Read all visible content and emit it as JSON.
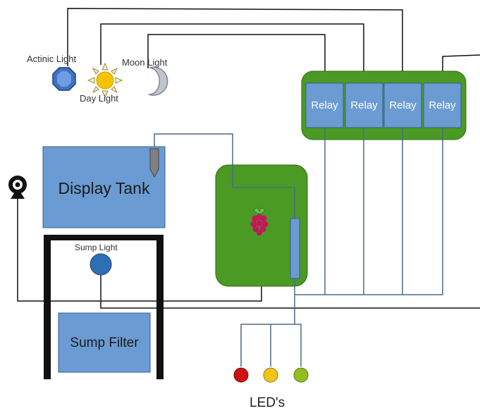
{
  "labels": {
    "actinic_light": "Actinic Light",
    "day_light": "Day Light",
    "moon_light": "Moon Light",
    "display_tank": "Display Tank",
    "sump_light": "Sump Light",
    "sump_filter": "Sump Filter",
    "leds": "LED's"
  },
  "relays": [
    {
      "label": "Relay"
    },
    {
      "label": "Relay"
    },
    {
      "label": "Relay"
    },
    {
      "label": "Relay"
    }
  ],
  "icons": {
    "actinic": "octagon-light-icon",
    "day": "sun-icon",
    "moon": "moon-icon",
    "webcam": "webcam-icon",
    "pi": "raspberry-pi-icon",
    "sensor": "temperature-probe-icon"
  },
  "colors": {
    "board_green": "#4a9a24",
    "box_blue": "#6b9bd3",
    "led_red": "#cc1111",
    "led_yellow": "#f2c418",
    "led_green": "#8fbe1e",
    "sump_light": "#2f6db5"
  }
}
